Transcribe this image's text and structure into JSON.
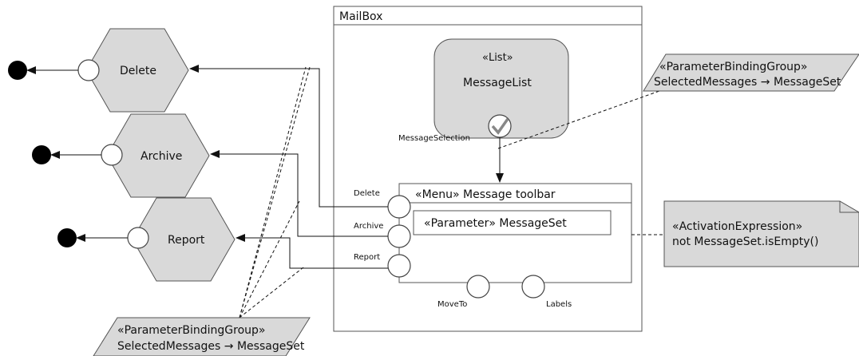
{
  "mailbox": {
    "title": "MailBox"
  },
  "message_list": {
    "stereotype": "«List»",
    "name": "MessageList",
    "port_label": "MessageSelection"
  },
  "toolbar": {
    "title": "«Menu» Message toolbar",
    "parameter": "«Parameter» MessageSet",
    "ports": {
      "delete": "Delete",
      "archive": "Archive",
      "report": "Report",
      "move_to": "MoveTo",
      "labels": "Labels"
    }
  },
  "actions": [
    {
      "name": "Delete"
    },
    {
      "name": "Archive"
    },
    {
      "name": "Report"
    }
  ],
  "notes": {
    "binding_top": {
      "line1": "«ParameterBindingGroup»",
      "line2": "SelectedMessages → MessageSet"
    },
    "binding_bottom": {
      "line1": "«ParameterBindingGroup»",
      "line2": "SelectedMessages → MessageSet"
    },
    "activation": {
      "line1": "«ActivationExpression»",
      "line2": "not MessageSet.isEmpty()"
    }
  },
  "colors": {
    "shape_fill": "#d9d9d9",
    "outline": "#555555",
    "terminal": "#000000",
    "note_fill": "#d9d9d9"
  }
}
